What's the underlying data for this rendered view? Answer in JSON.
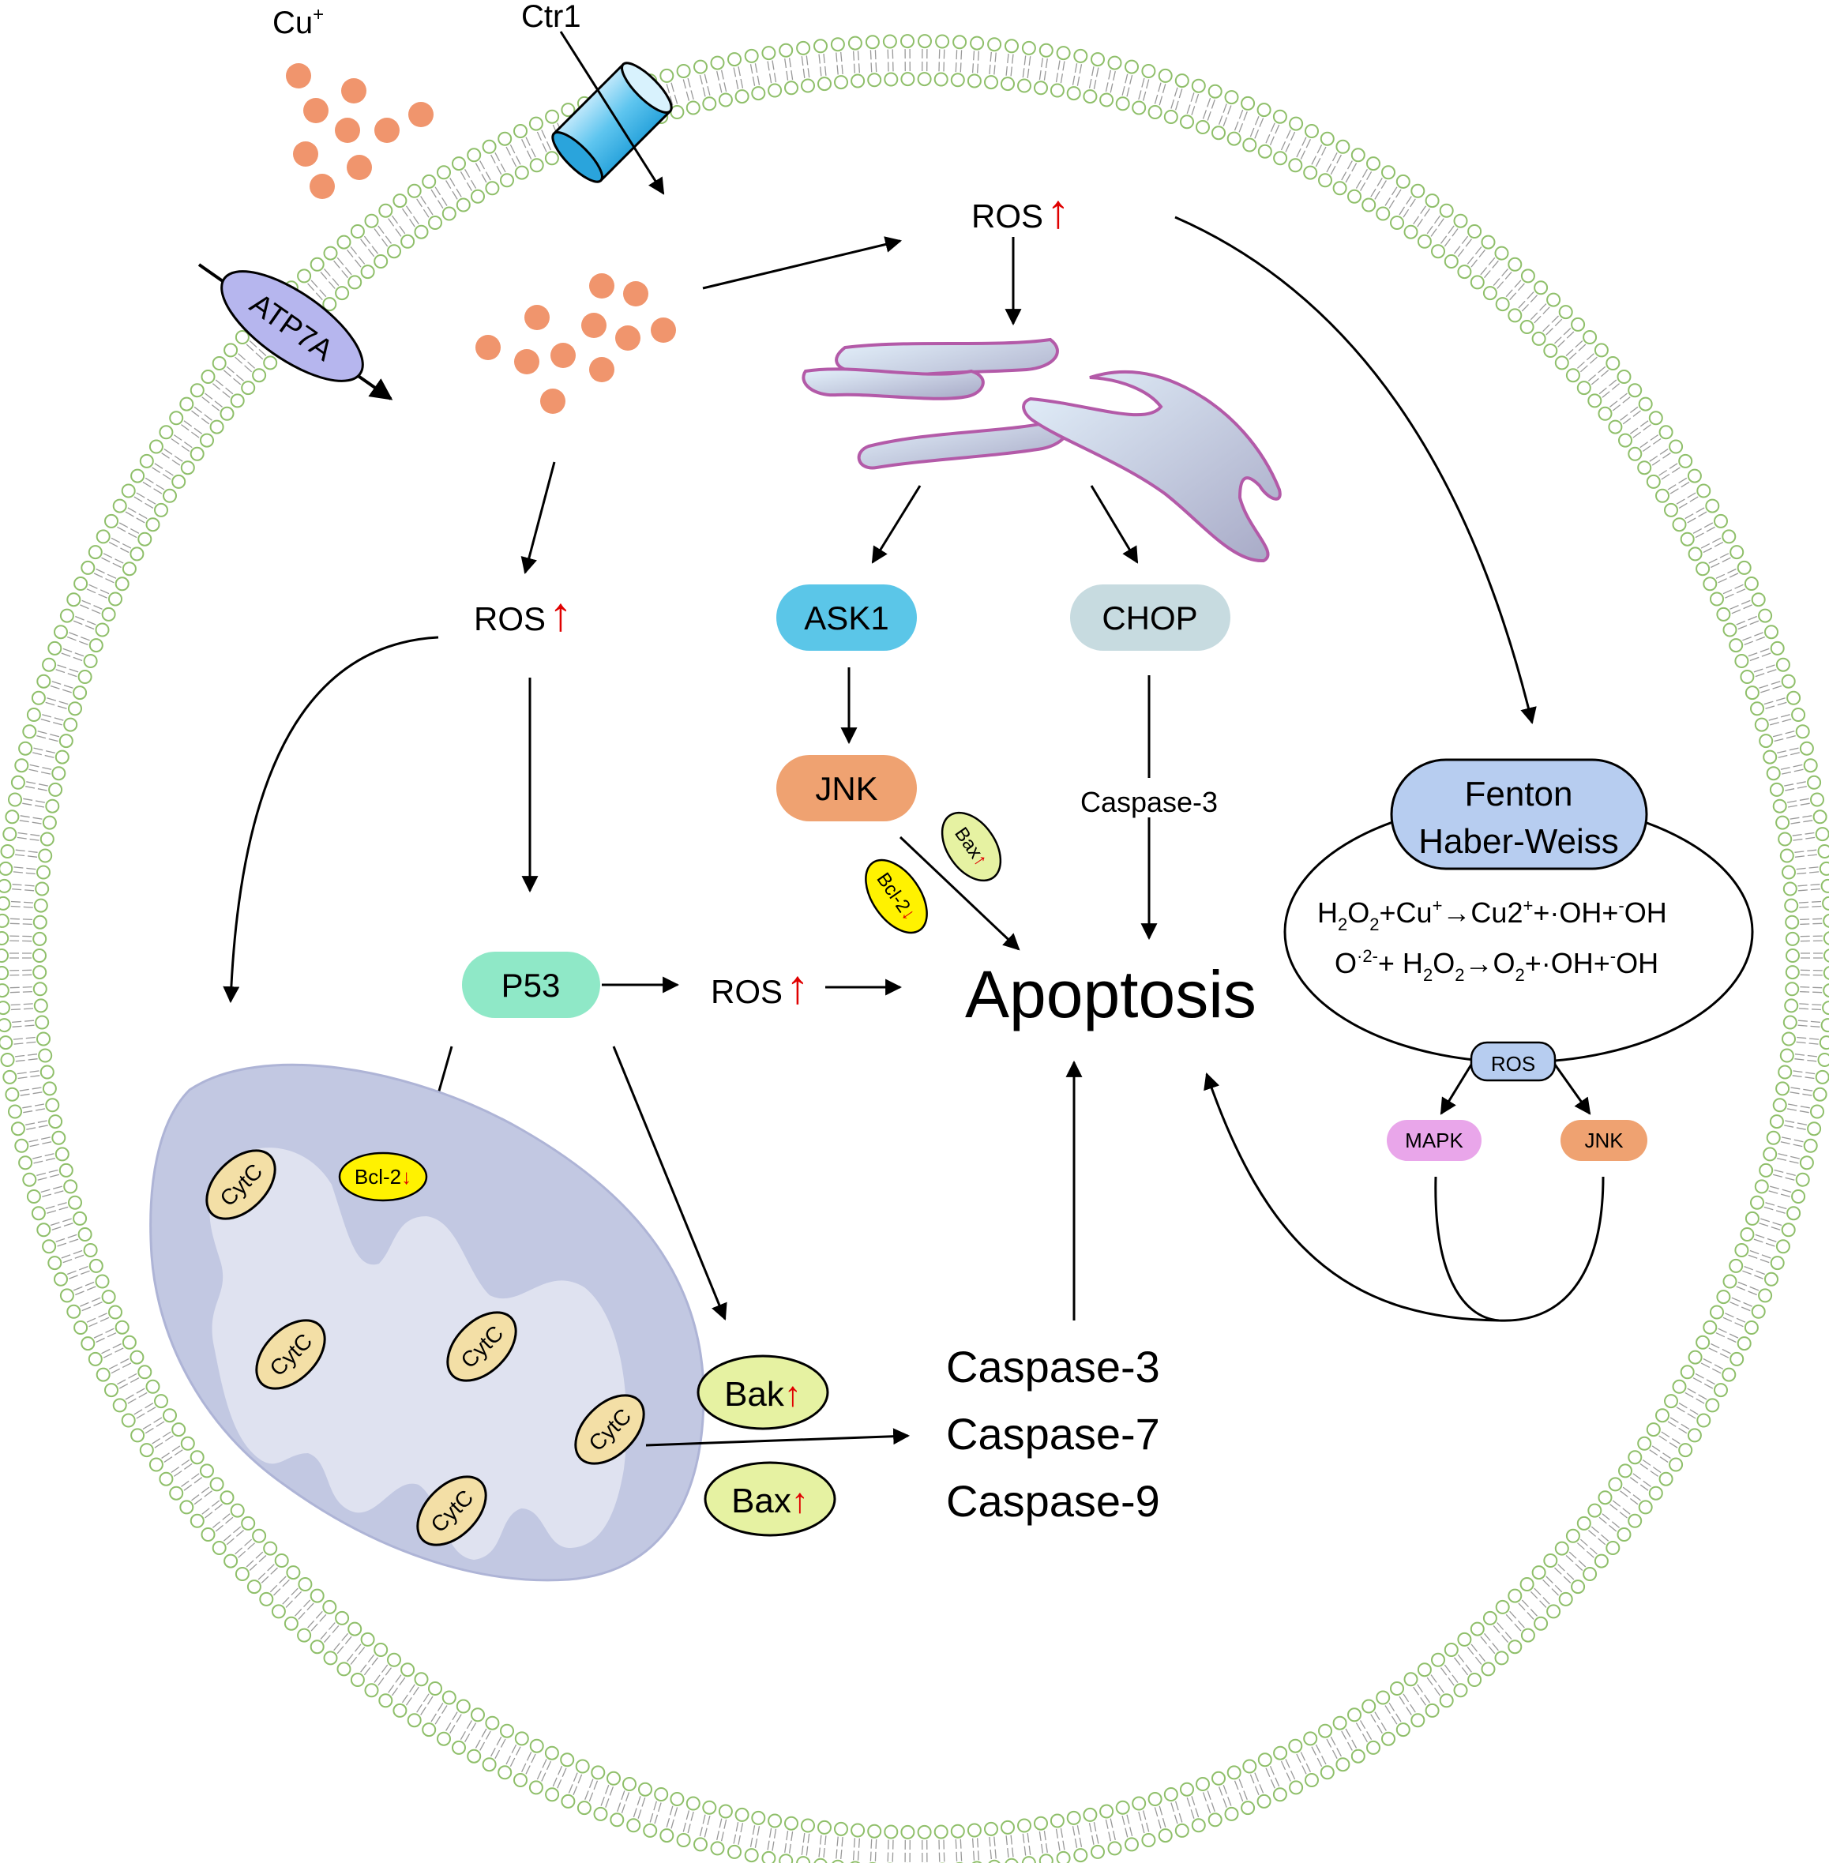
{
  "extracellular": {
    "cu_label": "Cu",
    "cu_charge": "+",
    "ctr1_label": "Ctr1"
  },
  "atp7a": {
    "label": "ATP7A"
  },
  "ros": {
    "label": "ROS",
    "up_arrow": "↑"
  },
  "er_branch": {
    "ask1": "ASK1",
    "chop": "CHOP",
    "jnk": "JNK",
    "caspase3": "Caspase-3",
    "bax": "Bax",
    "bcl2": "Bcl-2",
    "up_arrow": "↑",
    "down_arrow": "↓"
  },
  "p53": {
    "label": "P53"
  },
  "apoptosis": {
    "label": "Apoptosis"
  },
  "fenton": {
    "title_line1": "Fenton",
    "title_line2": "Haber-Weiss",
    "eq1": {
      "h": "H",
      "s2a": "2",
      "o": "O",
      "s2b": "2",
      "cu": "+Cu",
      "plus": "+",
      "rest": "→Cu2",
      "plus2": "+",
      "tail1": "+·OH+",
      "minus": "-",
      "tail2": "OH"
    },
    "eq2": {
      "o": "O",
      "sup": "·2-",
      "mid": "+ H",
      "s2a": "2",
      "o2": "O",
      "s2b": "2",
      "arrow": "→O",
      "s2c": "2",
      "tail1": "+·OH+",
      "minus": "-",
      "tail2": "OH"
    },
    "ros_label": "ROS",
    "mapk": "MAPK",
    "jnk": "JNK"
  },
  "mitochondria": {
    "cytc": "CytC",
    "bcl2": "Bcl-2",
    "down_arrow": "↓"
  },
  "bak_bax": {
    "bak": "Bak",
    "bax": "Bax",
    "up_arrow": "↑"
  },
  "caspases": {
    "c3": "Caspase-3",
    "c7": "Caspase-7",
    "c9": "Caspase-9"
  },
  "colors": {
    "membrane_green": "#8fbf6a",
    "copper_dot": "#f0956d",
    "er_fill": "#c9d7e6",
    "er_stroke": "#b35aa8",
    "mito_outer": "#c2c8e2",
    "mito_inner": "#dfe2f0",
    "cytc_fill": "#f3dfa6",
    "bcl2_fill": "#fff200",
    "bak_bax_fill": "#e6f2a2",
    "ask1_fill": "#5bc6e8",
    "chop_fill": "#c7dbe0",
    "jnk_fill": "#efa271",
    "p53_fill": "#8fe8c7",
    "fenton_fill": "#b7cdf0",
    "mapk_fill": "#e9a6ea",
    "atp7a_fill": "#b6b6ee",
    "up_red": "#e00000"
  }
}
